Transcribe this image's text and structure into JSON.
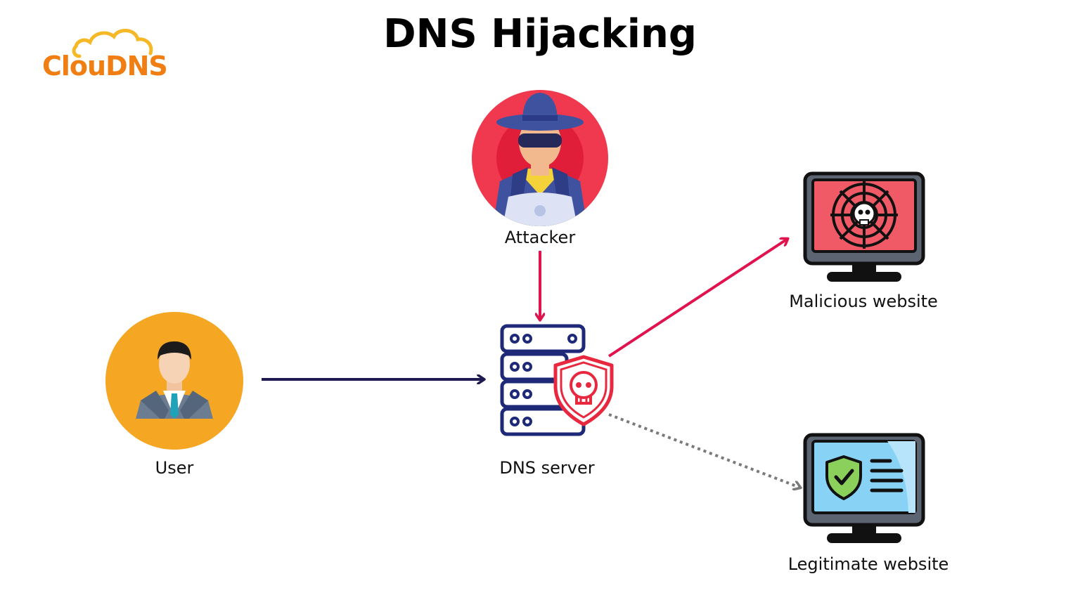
{
  "brand": {
    "logo_text": "ClouDNS",
    "logo_color": "#f07e12",
    "icon": "cloud-logo-icon"
  },
  "title": "DNS Hijacking",
  "nodes": {
    "attacker": {
      "label": "Attacker",
      "icon": "hacker-avatar-icon",
      "color": "#f0394f"
    },
    "user": {
      "label": "User",
      "icon": "businessman-avatar-icon",
      "color": "#f5a623"
    },
    "dns_server": {
      "label": "DNS server",
      "icon": "server-with-skull-shield-icon"
    },
    "malicious_site": {
      "label": "Malicious website",
      "icon": "monitor-spider-web-skull-icon",
      "color": "#f05a66"
    },
    "legit_site": {
      "label": "Legitimate website",
      "icon": "monitor-shield-check-icon",
      "color": "#88d2f5"
    }
  },
  "edges": [
    {
      "from": "attacker",
      "to": "dns_server",
      "style": "solid",
      "color": "#e0134f"
    },
    {
      "from": "user",
      "to": "dns_server",
      "style": "solid",
      "color": "#1f1a4f"
    },
    {
      "from": "dns_server",
      "to": "malicious_site",
      "style": "solid",
      "color": "#e0134f"
    },
    {
      "from": "dns_server",
      "to": "legit_site",
      "style": "dotted",
      "color": "#7a7a7a"
    }
  ]
}
